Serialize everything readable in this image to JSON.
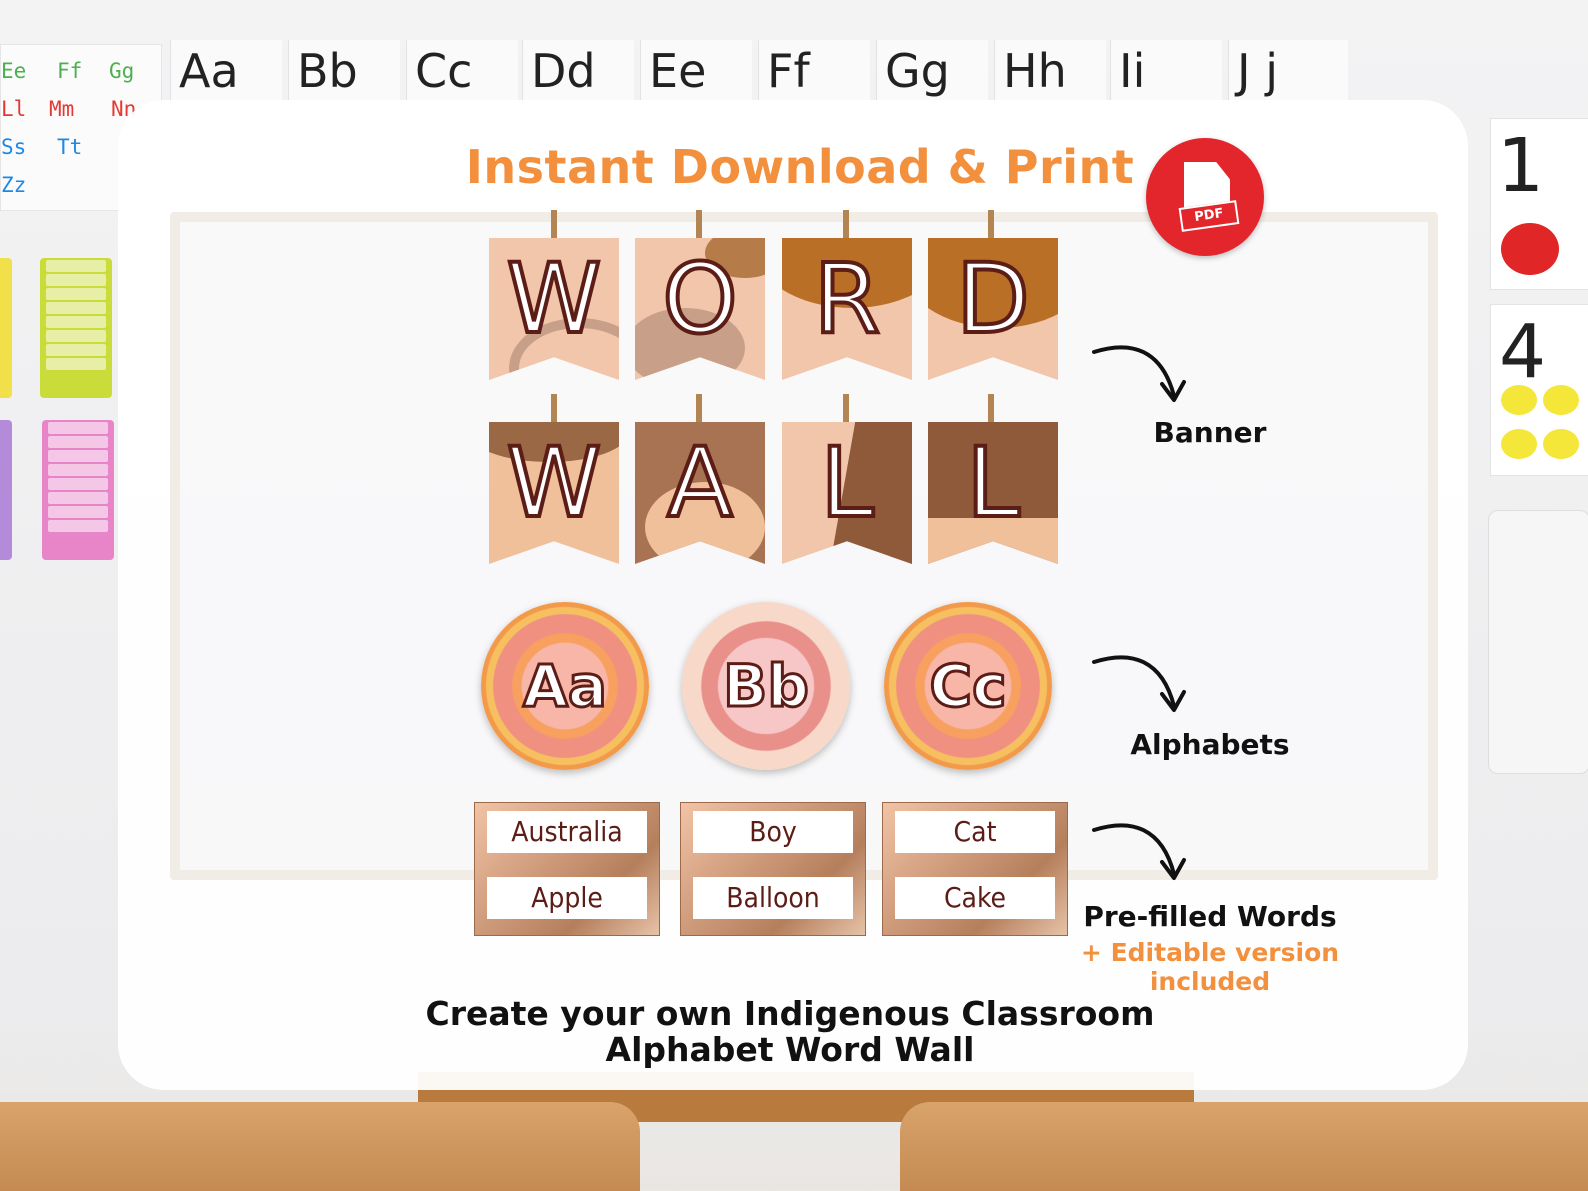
{
  "background": {
    "alphabet_strip": [
      "Aa",
      "Bb",
      "Cc",
      "Dd",
      "Ee",
      "Ff",
      "Gg",
      "Hh",
      "Ii",
      "J j"
    ],
    "left_chart_letters": [
      {
        "text": "Ee",
        "color": "#4caf50"
      },
      {
        "text": "Ff",
        "color": "#4caf50"
      },
      {
        "text": "Gg",
        "color": "#4caf50"
      },
      {
        "text": "Ll",
        "color": "#e53935"
      },
      {
        "text": "Mm",
        "color": "#e53935"
      },
      {
        "text": "Nn",
        "color": "#e53935"
      },
      {
        "text": "Ss",
        "color": "#1e88e5"
      },
      {
        "text": "Tt",
        "color": "#1e88e5"
      },
      {
        "text": "Zz",
        "color": "#1e88e5"
      }
    ],
    "right_numbers": [
      "1",
      "4"
    ]
  },
  "headline": "Instant Download & Print",
  "pdf_badge": {
    "text": "PDF",
    "icon": "pdf-file-icon",
    "color": "#e2262b"
  },
  "banner": {
    "row1": [
      "W",
      "O",
      "R",
      "D"
    ],
    "row2": [
      "W",
      "A",
      "L",
      "L"
    ]
  },
  "alphabets": [
    "Aa",
    "Bb",
    "Cc"
  ],
  "word_cards": [
    {
      "top": "Australia",
      "bottom": "Apple"
    },
    {
      "top": "Boy",
      "bottom": "Balloon"
    },
    {
      "top": "Cat",
      "bottom": "Cake"
    }
  ],
  "labels": {
    "banner": "Banner",
    "alphabets": "Alphabets",
    "prefilled": "Pre-filled Words",
    "editable_line1": "+ Editable version",
    "editable_line2": "included"
  },
  "footer": {
    "line1": "Create your own Indigenous Classroom",
    "line2": "Alphabet Word Wall"
  },
  "colors": {
    "accent": "#f2903e",
    "dark_outline": "#5c1d17",
    "pdf_red": "#e2262b"
  }
}
